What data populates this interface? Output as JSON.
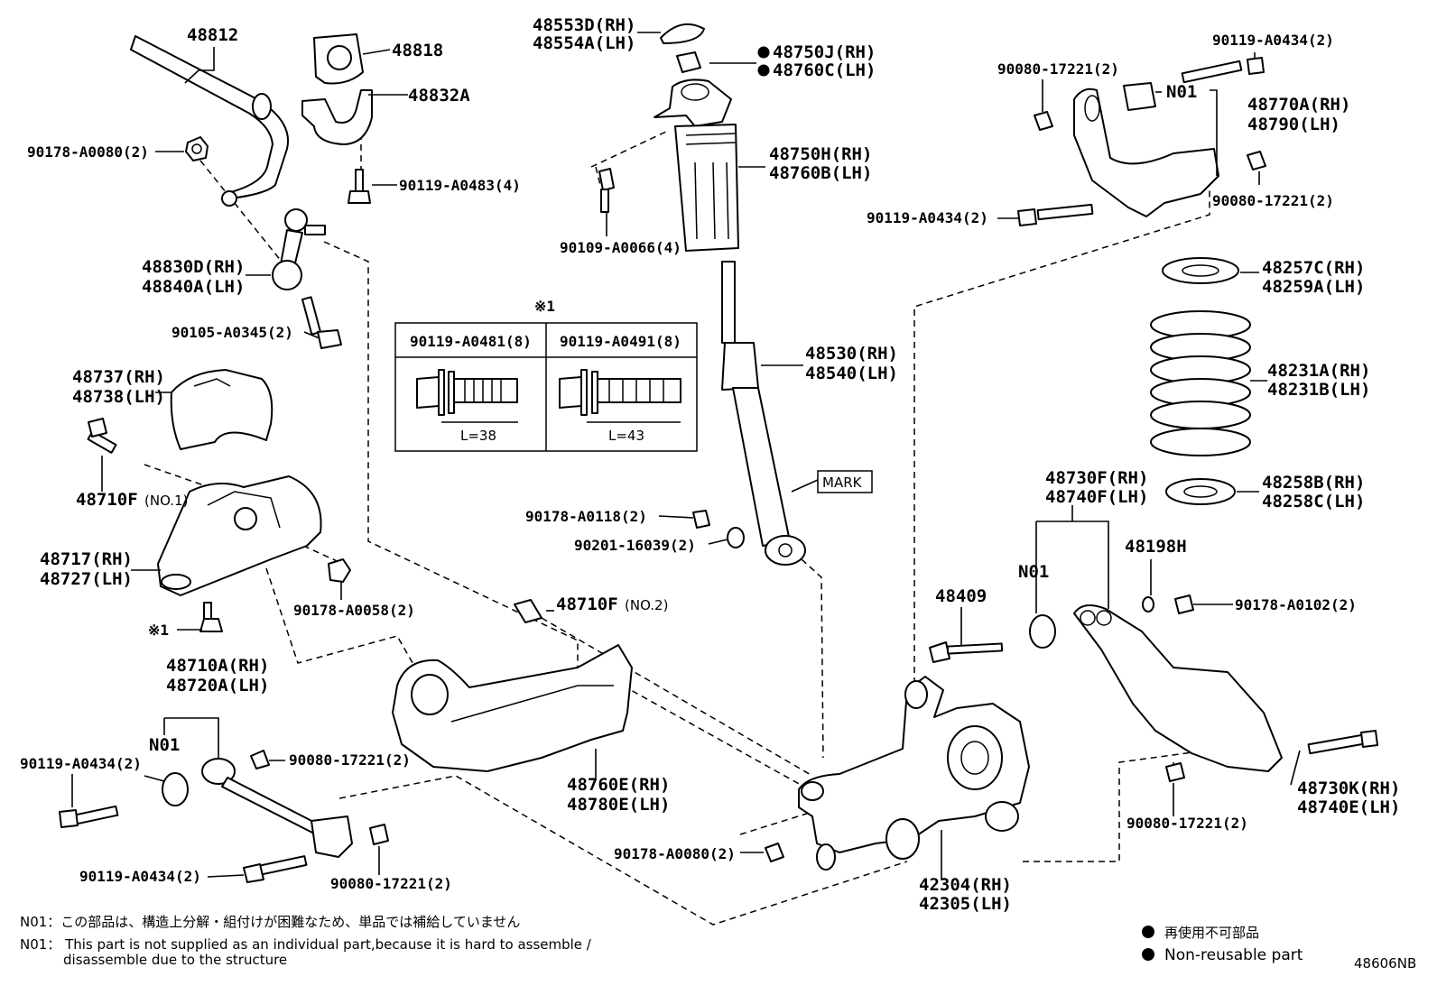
{
  "labels": {
    "l48812": "48812",
    "l48818": "48818",
    "l48832": "48832A",
    "l90178a": "90178-A0080(2)",
    "l90119_483": "90119-A0483(4)",
    "l48830d": "48830D(RH)",
    "l48840a": "48840A(LH)",
    "l90105": "90105-A0345(2)",
    "l48737": "48737(RH)",
    "l48738": "48738(LH)",
    "l48710f1": "48710F",
    "l48710f1s": "(NO.1)",
    "l48717": "48717(RH)",
    "l48727": "48727(LH)",
    "l90178_58": "90178-A0058(2)",
    "lref1": "※1",
    "l48710a": "48710A(RH)",
    "l48720a": "48720A(LH)",
    "ln01a": "N01",
    "l90119_434a": "90119-A0434(2)",
    "l90080a": "90080-17221(2)",
    "l90119_434b": "90119-A0434(2)",
    "l90080b": "90080-17221(2)",
    "l48553d": "48553D(RH)",
    "l48554a": "48554A(LH)",
    "l48750j": "48750J(RH)",
    "l48760c": "48760C(LH)",
    "l48750h": "48750H(RH)",
    "l48760b": "48760B(LH)",
    "l90109": "90109-A0066(4)",
    "lref1top": "※1",
    "t1h": "90119-A0481(8)",
    "t2h": "90119-A0491(8)",
    "t1l": "L=38",
    "t2l": "L=43",
    "l48530": "48530(RH)",
    "l48540": "48540(LH)",
    "lmark": "MARK",
    "l90178_118": "90178-A0118(2)",
    "l90201": "90201-16039(2)",
    "l48710f2": "48710F",
    "l48710f2s": "(NO.2)",
    "l48760e": "48760E(RH)",
    "l48780e": "48780E(LH)",
    "l90178b": "90178-A0080(2)",
    "l42304": "42304(RH)",
    "l42305": "42305(LH)",
    "l90119_434top": "90119-A0434(2)",
    "l90080top": "90080-17221(2)",
    "ln01b": "N01",
    "l48770a": "48770A(RH)",
    "l48790": "48790(LH)",
    "l90119_434c": "90119-A0434(2)",
    "l90080c": "90080-17221(2)",
    "l48257c": "48257C(RH)",
    "l48259a": "48259A(LH)",
    "l48231a": "48231A(RH)",
    "l48231b": "48231B(LH)",
    "l48258b": "48258B(RH)",
    "l48258c": "48258C(LH)",
    "l48730f": "48730F(RH)",
    "l48740f": "48740F(LH)",
    "l48198h": "48198H",
    "l90178_102": "90178-A0102(2)",
    "l48409": "48409",
    "ln01c": "N01",
    "l48730k": "48730K(RH)",
    "l48740e": "48740E(LH)",
    "l90080d": "90080-17221(2)"
  },
  "notes": {
    "jp": "N01：この部品は、構造上分解・組付けが困難なため、単品では補給していません",
    "en1": "N01： This part is not supplied as an individual part,because it is hard to assemble /",
    "en2": "disassemble due to the structure"
  },
  "legend": {
    "jp": "再使用不可部品",
    "en": "Non-reusable part"
  },
  "code": "48606NB"
}
